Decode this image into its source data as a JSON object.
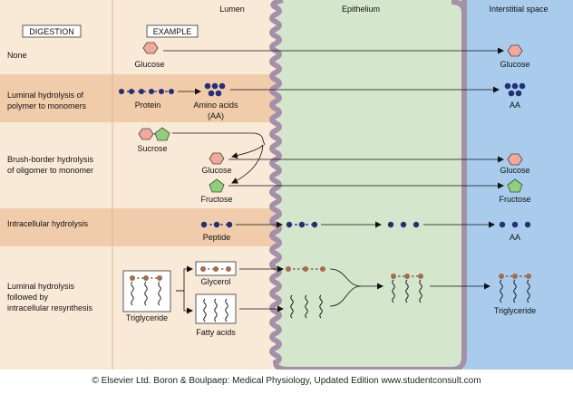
{
  "headers": {
    "digestion": "DIGESTION",
    "example": "EXAMPLE",
    "lumen": "Lumen",
    "epithelium": "Epithelium",
    "interstitial": "Interstitial space"
  },
  "rows": {
    "none": "None",
    "luminal": [
      "Luminal hydrolysis of",
      "polymer to monomers"
    ],
    "brush": [
      "Brush-border hydrolysis",
      "of oligomer to monomer"
    ],
    "intracellular": "Intracellular hydrolysis",
    "resynth": [
      "Luminal hydrolysis",
      "followed by",
      "intracellular resynthesis"
    ]
  },
  "labels": {
    "glucose": "Glucose",
    "protein": "Protein",
    "amino_acids": [
      "Amino acids",
      "(AA)"
    ],
    "aa": "AA",
    "sucrose": "Sucrose",
    "fructose": "Fructose",
    "peptide": "Peptide",
    "glycerol": "Glycerol",
    "triglyceride": "Triglyceride",
    "fatty_acids": "Fatty acids"
  },
  "footer": "© Elsevier Ltd. Boron & Boulpaep: Medical Physiology, Updated Edition    www.studentconsult.com",
  "colors": {
    "lumen_bg": "#f9ead8",
    "band": "#f0ccaa",
    "epithelium": "#d4e6cc",
    "interstitial": "#a9ccec",
    "membrane": "#a590aa",
    "glucose": "#f2a99b",
    "fructose": "#8fd07a",
    "bead": "#242f7a",
    "glycerol_bead": "#a86b48"
  }
}
